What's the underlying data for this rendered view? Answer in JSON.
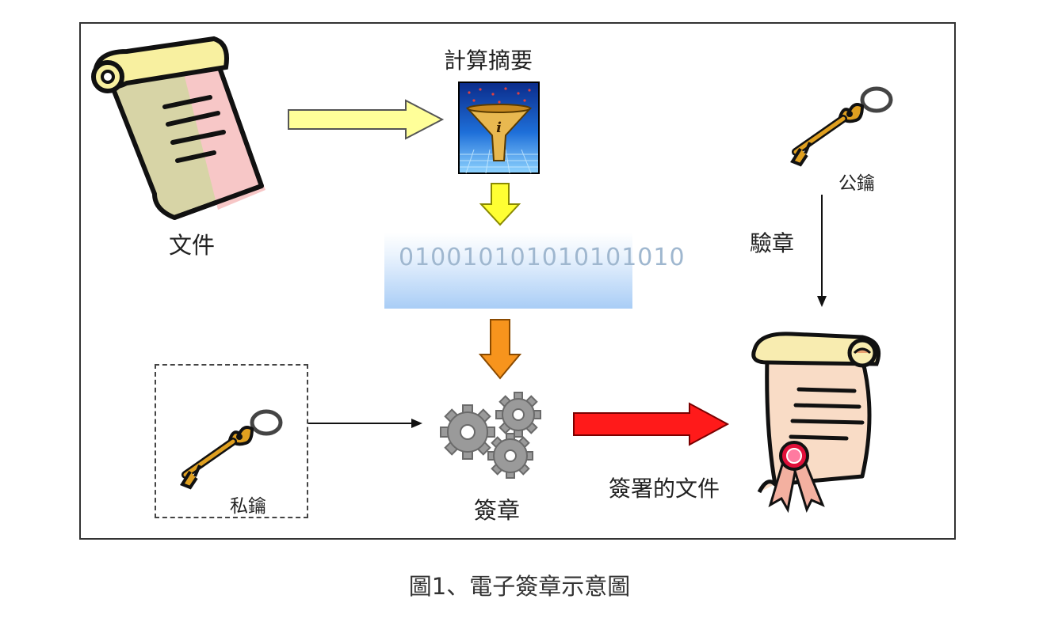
{
  "labels": {
    "document": "文件",
    "compute_digest": "計算摘要",
    "public_key": "公鑰",
    "verify": "驗章",
    "private_key": "私鑰",
    "sign": "簽章",
    "signed_document": "簽署的文件"
  },
  "digest": {
    "bits": "010010101010101010"
  },
  "caption": "圖1、電子簽章示意圖",
  "colors": {
    "yellow_arrow": "#ffff99",
    "orange_arrow": "#f7941d",
    "red_arrow": "#ff1a1a",
    "digest_band": "#a9cdf6"
  },
  "icons": [
    "scroll-document-icon",
    "funnel-digest-icon",
    "gear-icon",
    "key-icon",
    "signed-scroll-icon"
  ]
}
